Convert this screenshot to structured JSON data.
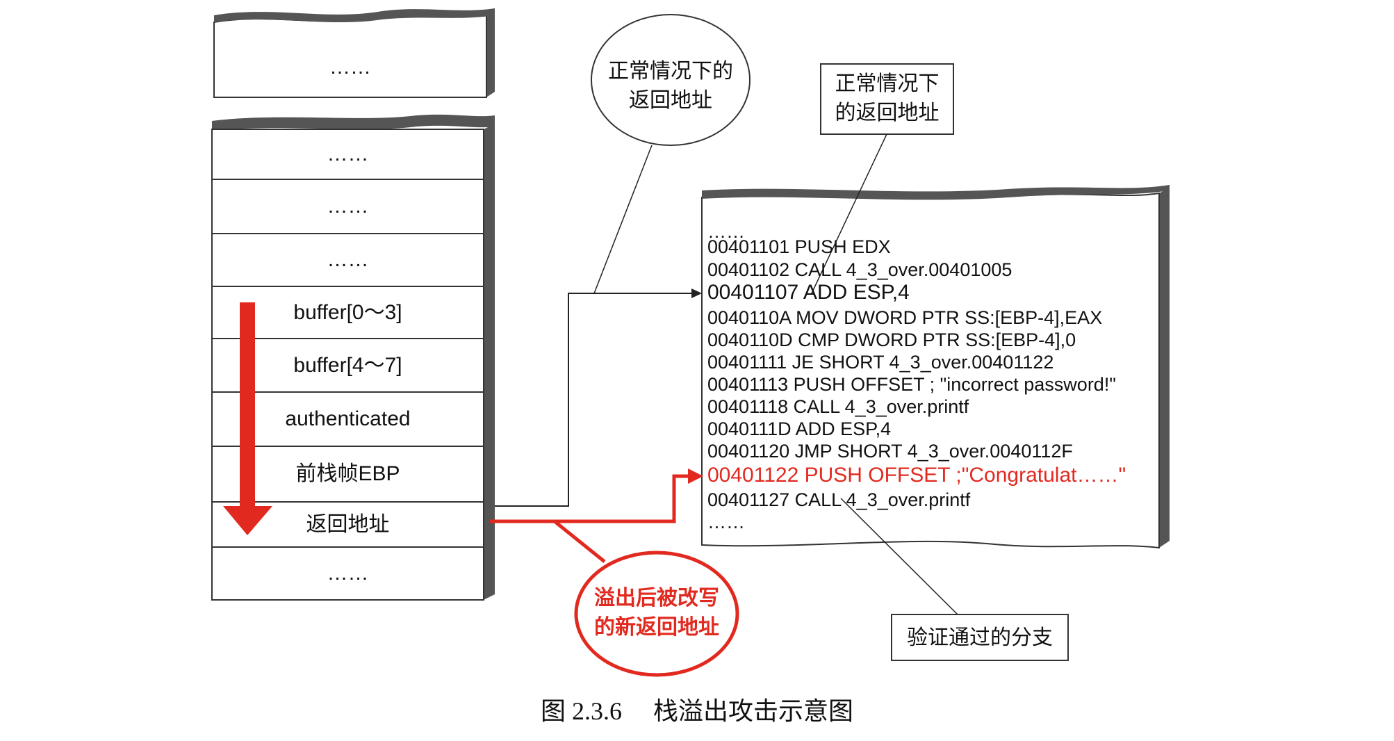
{
  "stack": {
    "top_fragment": "……",
    "rows": [
      {
        "label": "……"
      },
      {
        "label": "……"
      },
      {
        "label": "……"
      },
      {
        "label": "buffer[0～3]"
      },
      {
        "label": "buffer[4～7]"
      },
      {
        "label": "authenticated"
      },
      {
        "label": "前栈帧EBP"
      },
      {
        "label": "返回地址"
      },
      {
        "label": "……"
      }
    ]
  },
  "callouts": {
    "normal_return_ellipse": [
      "正常情况下的",
      "返回地址"
    ],
    "normal_return_box": [
      "正常情况下",
      "的返回地址"
    ],
    "overflow_ellipse": [
      "溢出后被改写",
      "的新返回地址"
    ],
    "verified_branch_box": "验证通过的分支"
  },
  "code": {
    "lines": [
      {
        "text": "……",
        "style": "normal"
      },
      {
        "text": "00401101 PUSH EDX",
        "style": "normal"
      },
      {
        "text": "00401102 CALL 4_3_over.00401005",
        "style": "normal"
      },
      {
        "text": "00401107 ADD ESP,4",
        "style": "large"
      },
      {
        "text": "0040110A MOV DWORD PTR SS:[EBP-4],EAX",
        "style": "normal"
      },
      {
        "text": "0040110D CMP DWORD PTR SS:[EBP-4],0",
        "style": "normal"
      },
      {
        "text": "00401111 JE SHORT 4_3_over.00401122",
        "style": "normal"
      },
      {
        "text": "00401113 PUSH OFFSET ; \"incorrect password!\"",
        "style": "normal"
      },
      {
        "text": "00401118 CALL 4_3_over.printf",
        "style": "normal"
      },
      {
        "text": "0040111D ADD ESP,4",
        "style": "normal"
      },
      {
        "text": "00401120 JMP SHORT 4_3_over.0040112F",
        "style": "normal"
      },
      {
        "text": "00401122 PUSH OFFSET ;\"Congratulat……\"",
        "style": "red"
      },
      {
        "text": "00401127 CALL 4_3_over.printf",
        "style": "normal"
      },
      {
        "text": "……",
        "style": "normal"
      }
    ]
  },
  "caption": "图 2.3.6　 栈溢出攻击示意图",
  "colors": {
    "accent_red": "#e2291f",
    "ink": "#111111",
    "shadow_gray": "#555555"
  }
}
